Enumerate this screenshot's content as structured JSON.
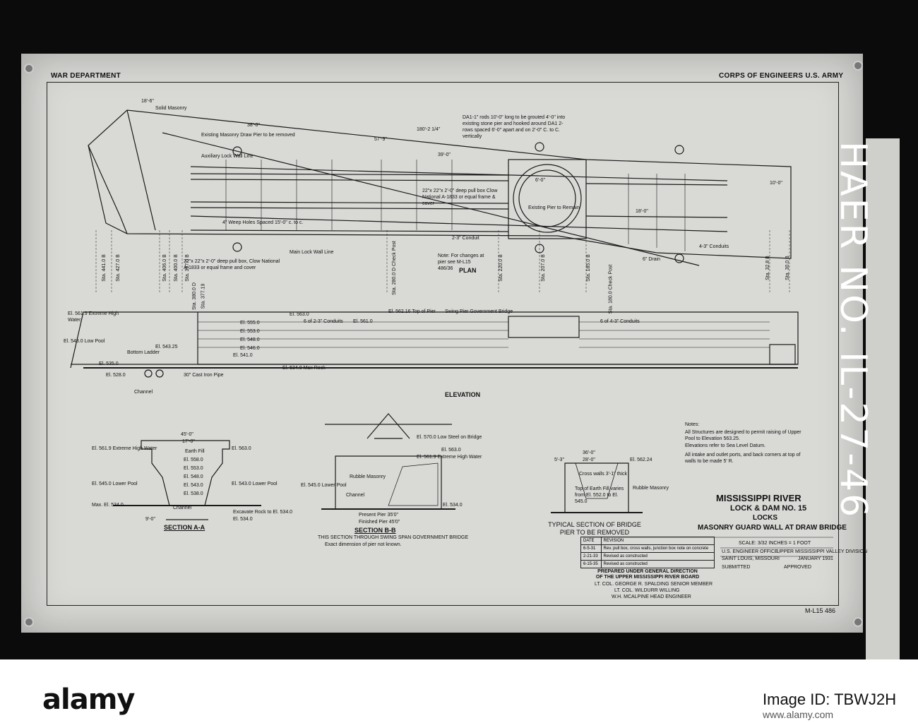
{
  "header": {
    "left": "WAR DEPARTMENT",
    "right": "CORPS OF ENGINEERS U.S. ARMY"
  },
  "haer": "HAER NO. IL-27-46",
  "plan": {
    "title": "PLAN",
    "existing_pier": "Existing Masonry Draw Pier to be removed",
    "aux_wall": "Auxiliary Lock Wall Line",
    "main_wall": "Main Lock Wall Line",
    "remain": "Existing Pier to Remain",
    "solid": "Solid Masonry",
    "dowels": "DA1-1\" rods 10'-0\" long to be grouted 4'-0\" into existing stone pier and hooked around DA1 2-rows spaced 6'-0\" apart and on 2'-0\" C. to C. vertically",
    "pullbox": "22\"x 22\"x 2'-0\" deep pull box Clow National A-1833 or equal frame & cover",
    "pullbox2": "22\"x 22\"x 2'-0\" deep pull box, Clow National A-1833 or equal frame and cover",
    "weep": "4\" Weep Holes Spaced 15'-0\" c. to c.",
    "conduit2": "2-3\" Conduit",
    "conduit4": "4-3\" Conduits",
    "drain": "6\" Drain",
    "note": "Note: For changes at pier see M-L15 486/36",
    "dims": [
      "180'-2 1/4\"",
      "38'-0\"",
      "57'-9\"",
      "39'-0\"",
      "18'-6\"",
      "18'-0\"",
      "6'-0\"",
      "10'-0\""
    ],
    "stations": [
      "Sta. 441.0 B",
      "Sta. 427.0 B",
      "Sta. 406.0 B",
      "Sta. 400.0 B",
      "Sta. 397.0 B",
      "Sta. 380.0 D",
      "Sta. 377.19",
      "Sta. 280.0 D Check Post",
      "Sta. 220.0 B",
      "Sta. 207.0 B",
      "Sta. 185.0 B",
      "Sta. 180.0 Check Post",
      "Sta. 32.8 B",
      "Sta. 30.0 B"
    ]
  },
  "elevation": {
    "title": "ELEVATION",
    "extreme": "El. 561.9 Extreme High Water",
    "lowpool": "El. 543.0 Low Pool",
    "bottom_ladder": "Bottom Ladder",
    "top_pier": "El. 562.16 Top of Pier",
    "swing": "Swing Pier Government Bridge",
    "conduits_a": "6 of 2-3\" Conduits",
    "conduits_b": "6 of 4-3\" Conduits",
    "max_rock": "El. 534.0 Max Rock",
    "pipe": "30\" Cast Iron Pipe",
    "channel": "Channel",
    "levels": [
      "El. 563.0",
      "El. 555.0",
      "El. 553.0",
      "El. 548.0",
      "El. 546.0",
      "El. 543.25",
      "El. 541.0",
      "El. 535.0",
      "El. 561.0",
      "El. 528.0"
    ]
  },
  "section_aa": {
    "title": "SECTION A-A",
    "levels": [
      "El. 561.9 Extreme High Water",
      "El. 563.0",
      "El. 558.0",
      "El. 553.0",
      "El. 548.0",
      "El. 545.0 Lower Pool",
      "El. 543.0",
      "El. 543.0 Lower Pool",
      "El. 538.0",
      "Max. El. 534.0",
      "El. 534.0"
    ],
    "earth": "Earth Fill",
    "channel": "Channel",
    "excavate": "Excavate Rock to El. 534.0",
    "dims": [
      "45'-0\"",
      "17'-0\"",
      "9'-0\""
    ]
  },
  "section_bb": {
    "title": "SECTION B-B",
    "steel": "El. 570.0 Low Steel on Bridge",
    "levels": [
      "El. 563.0",
      "El. 561.9 Extreme High Water",
      "El. 545.0 Lower Pool",
      "El. 534.0"
    ],
    "rubble": "Rubble Masonry",
    "channel": "Channel",
    "present": "Present Pier 35'0\"",
    "finished": "Finished Pier 45'0\"",
    "note1": "THIS SECTION THROUGH SWING SPAN GOVERNMENT BRIDGE",
    "note2": "Exact dimension of pier not known."
  },
  "section_pier": {
    "title": "TYPICAL SECTION OF BRIDGE PIER TO BE REMOVED",
    "cross": "Cross walls 3'-1\" thick",
    "earth": "Top of Earth Fill varies from El. 552.0 to El. 545.0",
    "rubble": "Rubble Masonry",
    "dims": [
      "36'-0\"",
      "28'-0\"",
      "5'-3\""
    ],
    "level": "El. 562.24"
  },
  "notes": [
    "Notes:",
    "All Structures are designed to permit raising of Upper Pool to Elevation 563.25.",
    "Elevations refer to Sea Level Datum.",
    "All intake and outlet ports, and back corners at top of walls to be made 5' R."
  ],
  "titleblock": {
    "l1": "MISSISSIPPI RIVER",
    "l2": "LOCK & DAM NO. 15",
    "l3": "LOCKS",
    "l4": "MASONRY GUARD WALL AT DRAW BRIDGE",
    "scale": "SCALE: 3/32 INCHES = 1 FOOT",
    "office": "U.S. ENGINEER OFFICE",
    "city": "SAINT LOUIS, MISSOURI",
    "division": "UPPER MISSISSIPPI VALLEY DIVISION",
    "date": "JANUARY 1931",
    "submitted": "SUBMITTED",
    "approved": "APPROVED",
    "prepared": "PREPARED UNDER GENERAL DIRECTION OF THE UPPER MISSISSIPPI RIVER BOARD",
    "board1": "LT. COL. GEORGE R. SPALDING SENIOR MEMBER",
    "board2": "LT. COL. WILDURR WILLING",
    "board3": "W.H. MCALPINE HEAD ENGINEER",
    "sheetno": "M-L15 486"
  },
  "revisions": {
    "head": [
      "DATE",
      "REVISION"
    ],
    "rows": [
      [
        "6-5-31",
        "Rev. pull box, cross walls, junction box note on concrete"
      ],
      [
        "2-21-33",
        "Revised as constructed"
      ],
      [
        "6-15-35",
        "Revised as constructed"
      ]
    ]
  },
  "footer": {
    "logo": "alamy",
    "id": "Image ID: TBWJ2H",
    "url": "www.alamy.com"
  }
}
